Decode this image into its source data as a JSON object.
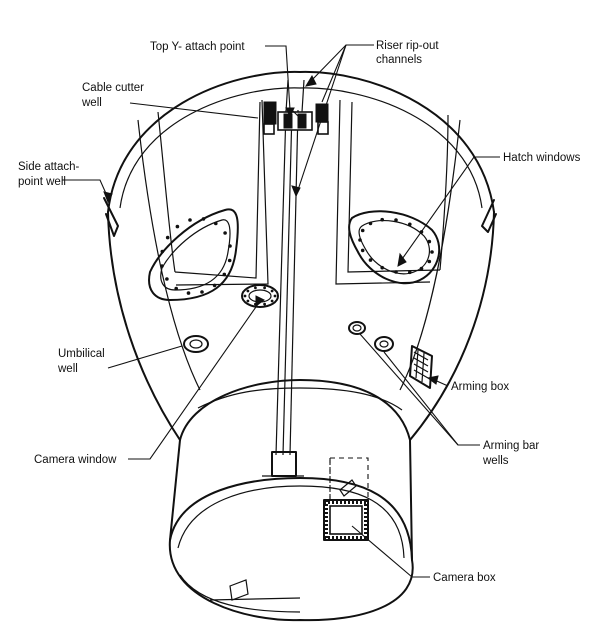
{
  "labels": {
    "top_y_attach_point": "Top Y- attach point",
    "riser_ripout_line1": "Riser rip-out",
    "riser_ripout_line2": "channels",
    "cable_cutter_line1": "Cable cutter",
    "cable_cutter_line2": "well",
    "side_attach_line1": "Side attach-",
    "side_attach_line2": "point well",
    "hatch_windows": "Hatch windows",
    "umbilical_line1": "Umbilical",
    "umbilical_line2": "well",
    "arming_box": "Arming box",
    "arming_bar_line1": "Arming bar",
    "arming_bar_line2": "wells",
    "camera_window": "Camera window",
    "camera_box": "Camera box"
  }
}
